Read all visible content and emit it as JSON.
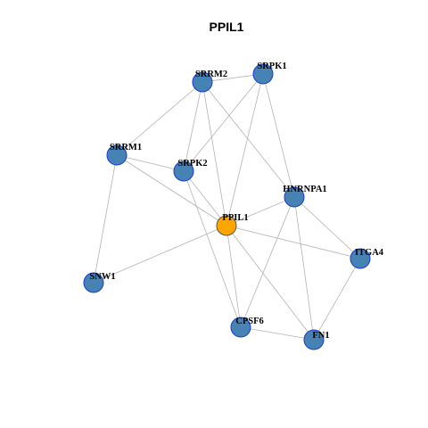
{
  "title": "PPIL1",
  "colors": {
    "node_fill": "#4682B4",
    "node_stroke": "#1a3bd1",
    "center_fill": "#FFA500",
    "center_stroke": "#555555",
    "edge": "#b3b3b3"
  },
  "nodes": [
    {
      "id": "SRRM2",
      "label": "SRRM2",
      "center": false
    },
    {
      "id": "SRPK1",
      "label": "SRPK1",
      "center": false
    },
    {
      "id": "SRRM1",
      "label": "SRRM1",
      "center": false
    },
    {
      "id": "SRPK2",
      "label": "SRPK2",
      "center": false
    },
    {
      "id": "HNRNPA1",
      "label": "HNRNPA1",
      "center": false
    },
    {
      "id": "PPIL1",
      "label": "PPIL1",
      "center": true
    },
    {
      "id": "ITGA4",
      "label": "ITGA4",
      "center": false
    },
    {
      "id": "SNW1",
      "label": "SNW1",
      "center": false
    },
    {
      "id": "CPSF6",
      "label": "CPSF6",
      "center": false
    },
    {
      "id": "FN1",
      "label": "FN1",
      "center": false
    }
  ],
  "edges": [
    [
      "SRRM2",
      "SRPK1"
    ],
    [
      "SRRM2",
      "SRRM1"
    ],
    [
      "SRRM2",
      "SRPK2"
    ],
    [
      "SRRM2",
      "PPIL1"
    ],
    [
      "SRRM2",
      "HNRNPA1"
    ],
    [
      "SRPK1",
      "SRPK2"
    ],
    [
      "SRPK1",
      "PPIL1"
    ],
    [
      "SRPK1",
      "HNRNPA1"
    ],
    [
      "SRRM1",
      "SRPK2"
    ],
    [
      "SRRM1",
      "PPIL1"
    ],
    [
      "SRRM1",
      "SNW1"
    ],
    [
      "SRPK2",
      "PPIL1"
    ],
    [
      "SRPK2",
      "CPSF6"
    ],
    [
      "HNRNPA1",
      "PPIL1"
    ],
    [
      "HNRNPA1",
      "ITGA4"
    ],
    [
      "HNRNPA1",
      "CPSF6"
    ],
    [
      "HNRNPA1",
      "FN1"
    ],
    [
      "PPIL1",
      "SNW1"
    ],
    [
      "PPIL1",
      "ITGA4"
    ],
    [
      "PPIL1",
      "CPSF6"
    ],
    [
      "PPIL1",
      "FN1"
    ],
    [
      "ITGA4",
      "FN1"
    ],
    [
      "CPSF6",
      "FN1"
    ]
  ]
}
